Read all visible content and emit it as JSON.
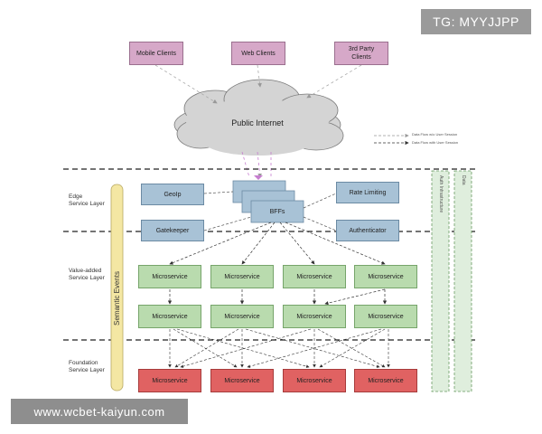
{
  "watermark_top": "TG: MYYJJPP",
  "watermark_bottom": "www.wcbet-kaiyun.com",
  "clients": [
    "Mobile Clients",
    "Web Clients",
    "3rd Party\nClients"
  ],
  "internet": "Public Internet",
  "legend": [
    "Data Flow w/o User Session",
    "Data Flow with User Session"
  ],
  "layers": {
    "edge": "Edge\nService Layer",
    "value_added": "Value-added\nService Layer",
    "foundation": "Foundation\nService Layer"
  },
  "semantic_events": "Semantic Events",
  "edge_boxes": {
    "geoip": "GeoIp",
    "gatekeeper": "Gatekeeper",
    "bffs": "BFFs",
    "rate_limiting": "Rate Limiting",
    "authenticator": "Authenticator"
  },
  "microservice_label": "Microservice",
  "side_columns": [
    "Auth Infrastructure",
    "Data"
  ],
  "colors": {
    "client": "#d6a8c8",
    "edge": "#a8c2d6",
    "microservice": "#b9dbae",
    "foundation": "#e06262",
    "semantic_events": "#f4e7a3",
    "cloud": "#d4d4d4"
  }
}
